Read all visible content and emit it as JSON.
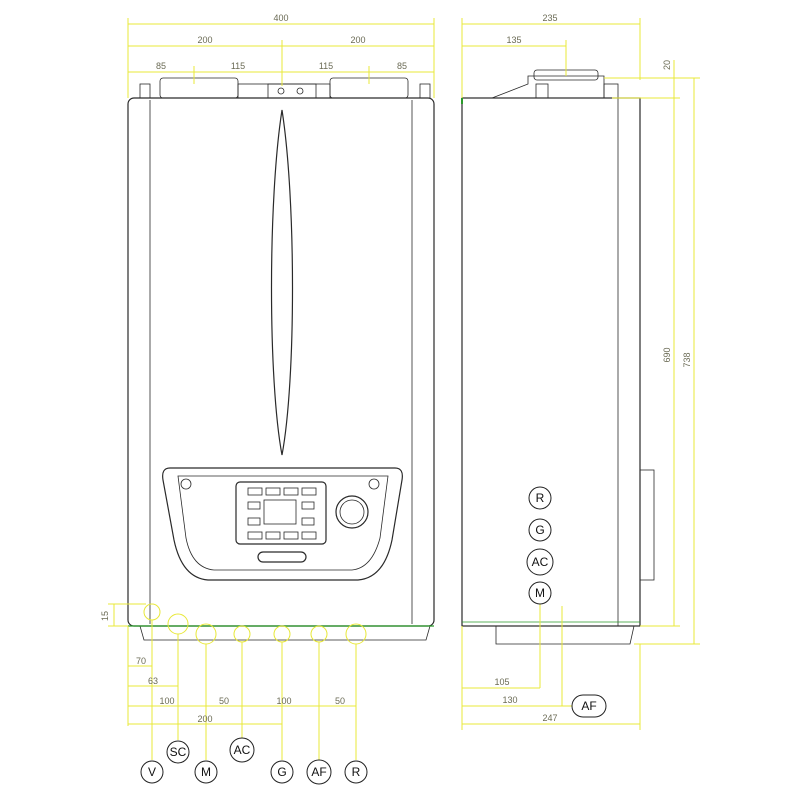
{
  "front_view": {
    "dims_top": {
      "overall": "400",
      "half_left": "200",
      "half_right": "200",
      "left_edge": "85",
      "left_inner": "115",
      "right_inner": "115",
      "right_edge": "85"
    },
    "dims_left": {
      "bottom_offset": "15"
    },
    "dims_bottom": {
      "d70": "70",
      "d63": "63",
      "d100": "100",
      "d200": "200",
      "d50a": "50",
      "d100b": "100",
      "d50b": "50"
    },
    "connections": [
      "V",
      "SC",
      "M",
      "AC",
      "G",
      "AF",
      "R"
    ]
  },
  "side_view": {
    "dims_top": {
      "depth": "235",
      "offset": "135"
    },
    "dims_right": {
      "top_gap": "20",
      "body_height": "690",
      "overall_height": "738"
    },
    "dims_bottom": {
      "d105": "105",
      "d130": "130",
      "d247": "247"
    },
    "connections": [
      "R",
      "G",
      "AC",
      "M"
    ],
    "extra_label": "AF"
  }
}
